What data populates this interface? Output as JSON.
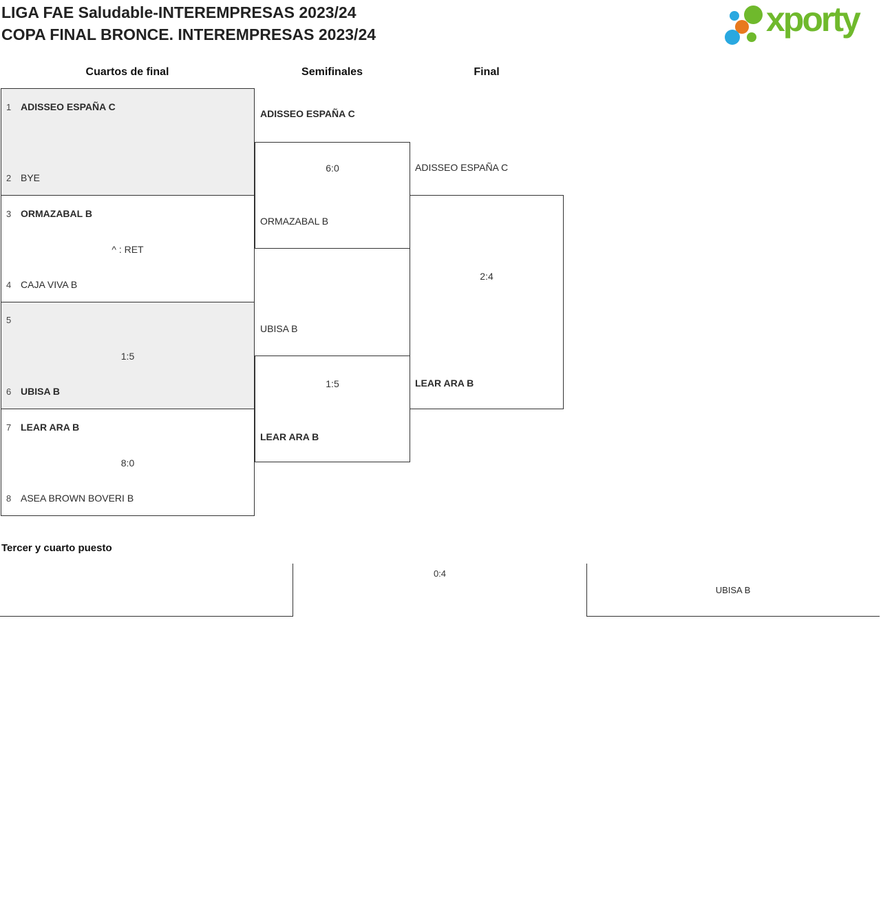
{
  "header": {
    "title_line1": "LIGA FAE Saludable-INTEREMPRESAS 2023/24",
    "title_line2": "COPA FINAL BRONCE. INTEREMPRESAS 2023/24",
    "logo_text": "xporty",
    "logo_green": "#6fb92c",
    "logo_blue": "#29a8e0",
    "logo_orange": "#e8791d"
  },
  "rounds": {
    "quarterfinals": "Cuartos de final",
    "semifinals": "Semifinales",
    "final": "Final"
  },
  "quarterfinals": [
    {
      "top_seed": "1",
      "top_name": "ADISSEO ESPAÑA C",
      "top_winner": true,
      "bottom_seed": "2",
      "bottom_name": "BYE",
      "bottom_winner": false,
      "score": ""
    },
    {
      "top_seed": "3",
      "top_name": "ORMAZABAL B",
      "top_winner": true,
      "bottom_seed": "4",
      "bottom_name": "CAJA VIVA B",
      "bottom_winner": false,
      "score": "^ : RET"
    },
    {
      "top_seed": "5",
      "top_name": "",
      "top_winner": false,
      "bottom_seed": "6",
      "bottom_name": "UBISA B",
      "bottom_winner": true,
      "score": "1:5"
    },
    {
      "top_seed": "7",
      "top_name": "LEAR ARA B",
      "top_winner": true,
      "bottom_seed": "8",
      "bottom_name": "ASEA BROWN BOVERI B",
      "bottom_winner": false,
      "score": "8:0"
    }
  ],
  "semifinals": [
    {
      "top_name": "ADISSEO ESPAÑA C",
      "top_winner": true,
      "bottom_name": "ORMAZABAL B",
      "bottom_winner": false,
      "score": "6:0"
    },
    {
      "top_name": "UBISA B",
      "top_winner": false,
      "bottom_name": "LEAR ARA B",
      "bottom_winner": true,
      "score": "1:5"
    }
  ],
  "final": {
    "top_name": "ADISSEO ESPAÑA C",
    "top_winner": false,
    "bottom_name": "LEAR ARA B",
    "bottom_winner": true,
    "score": "2:4"
  },
  "third_place": {
    "heading": "Tercer y cuarto puesto",
    "left_name": "",
    "right_name": "UBISA B",
    "score": "0:4"
  }
}
